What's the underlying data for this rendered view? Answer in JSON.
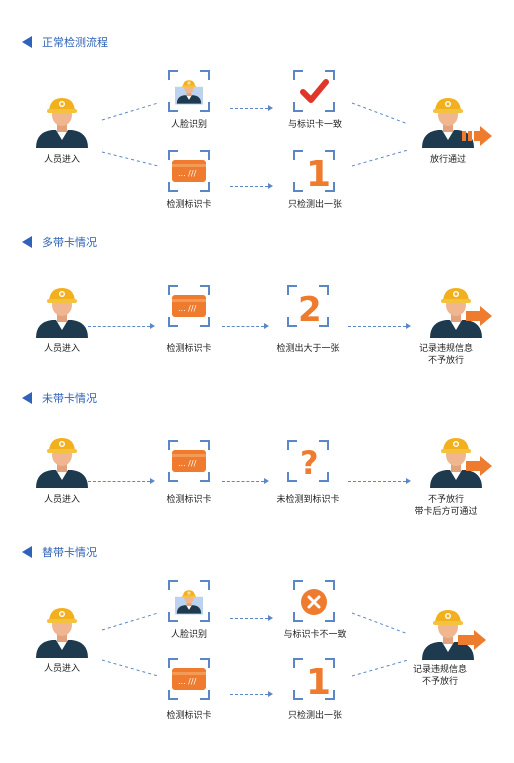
{
  "sections": [
    {
      "title": "正常检测流程",
      "labels": {
        "person_in": "人员进入",
        "face": "人脸识别",
        "card": "检测标识卡",
        "match": "与标识卡一致",
        "one_card": "只检测出一张",
        "result": "放行通过"
      }
    },
    {
      "title": "多带卡情况",
      "labels": {
        "person_in": "人员进入",
        "card": "检测标识卡",
        "detect": "检测出大于一张",
        "result_1": "记录违规信息",
        "result_2": "不予放行"
      }
    },
    {
      "title": "未带卡情况",
      "labels": {
        "person_in": "人员进入",
        "card": "检测标识卡",
        "detect": "未检测到标识卡",
        "result_1": "不予放行",
        "result_2": "带卡后方可通过"
      }
    },
    {
      "title": "替带卡情况",
      "labels": {
        "person_in": "人员进入",
        "face": "人脸识别",
        "card": "检测标识卡",
        "mismatch": "与标识卡不一致",
        "one_card": "只检测出一张",
        "result_1": "记录违规信息",
        "result_2": "不予放行"
      }
    }
  ],
  "icon_glyphs": {
    "card_text": "... ///",
    "two": "2",
    "question": "?",
    "one": "1"
  },
  "colors": {
    "accent_blue": "#2f62b8",
    "dash_blue": "#5b87c7",
    "orange": "#ee7b2e",
    "red": "#e0352b",
    "helmet": "#f2b01e",
    "uniform": "#1d3a4f"
  }
}
